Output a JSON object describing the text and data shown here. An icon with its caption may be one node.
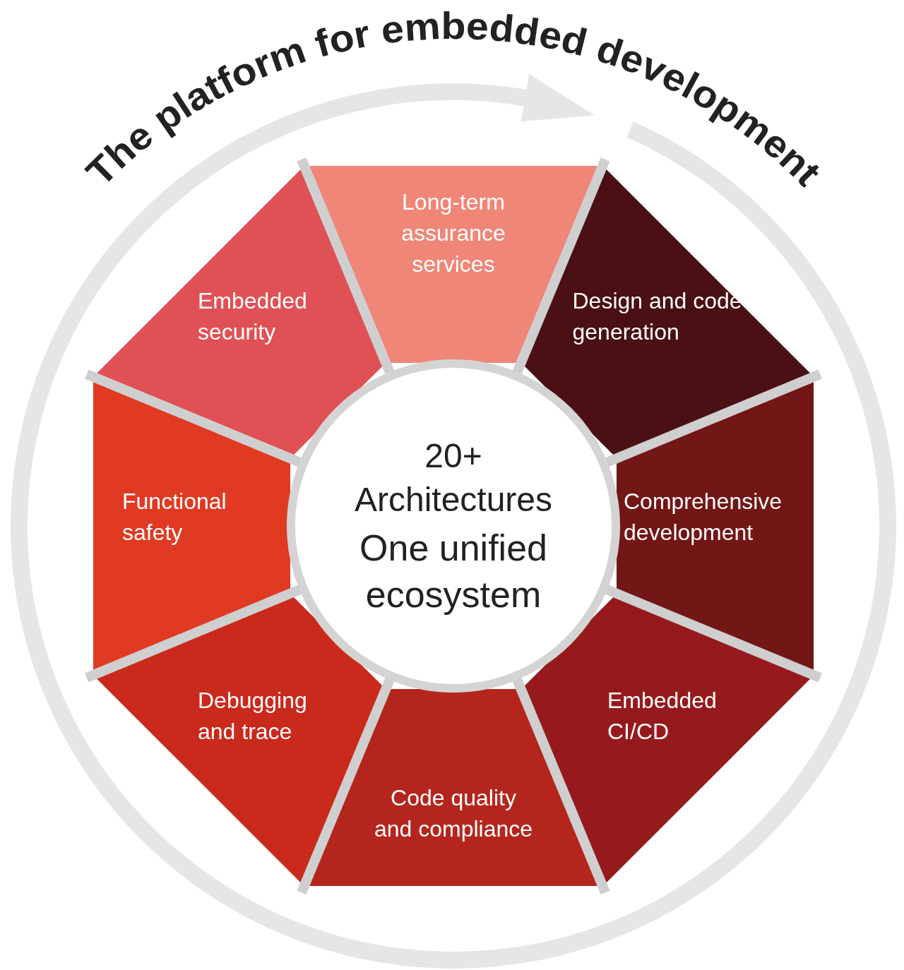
{
  "diagram": {
    "title": "The platform for embedded development",
    "nodes": [
      {
        "text": [
          "Long-term assurance services"
        ]
      },
      {
        "text": [
          "Embedded security"
        ]
      },
      {
        "text": [
          "Design and code generation"
        ]
      },
      {
        "text": [
          "Functional safety"
        ]
      },
      {
        "text": [
          "Comprehensive development"
        ]
      },
      {
        "text": [
          "Debugging and trace"
        ]
      },
      {
        "text": [
          "Embedded CI/CD"
        ]
      },
      {
        "text": [
          "Code quality and compliance"
        ]
      },
      {
        "text": [
          "20+ Architectures",
          "One unified ecosystem"
        ]
      }
    ]
  }
}
